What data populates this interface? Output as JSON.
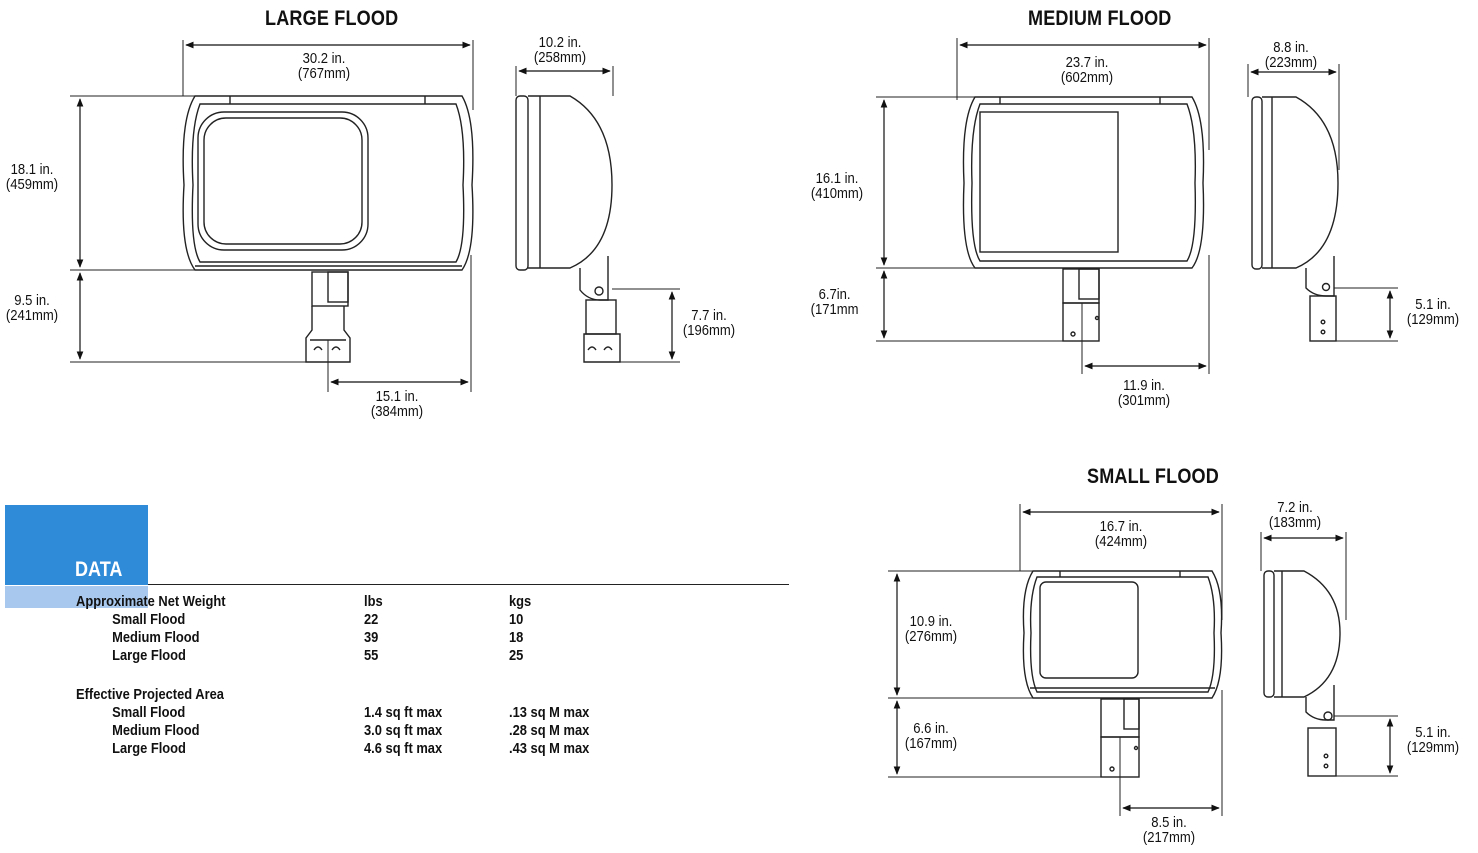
{
  "titles": {
    "large": "LARGE FLOOD",
    "medium": "MEDIUM FLOOD",
    "small": "SMALL FLOOD"
  },
  "dims": {
    "large_width": [
      "30.2 in.",
      "(767mm)"
    ],
    "large_depth": [
      "10.2 in.",
      "(258mm)"
    ],
    "large_height": [
      "18.1 in.",
      "(459mm)"
    ],
    "large_mount_height": [
      "9.5 in.",
      "(241mm)"
    ],
    "large_side_mount": [
      "7.7 in.",
      "(196mm)"
    ],
    "large_mount_offset": [
      "15.1 in.",
      "(384mm)"
    ],
    "medium_width": [
      "23.7 in.",
      "(602mm)"
    ],
    "medium_depth": [
      "8.8 in.",
      "(223mm)"
    ],
    "medium_height": [
      "16.1 in.",
      "(410mm)"
    ],
    "medium_mount_height": [
      "6.7in.",
      "(171mm"
    ],
    "medium_side_mount": [
      "5.1 in.",
      "(129mm)"
    ],
    "medium_mount_offset": [
      "11.9 in.",
      "(301mm)"
    ],
    "small_width": [
      "16.7 in.",
      "(424mm)"
    ],
    "small_depth": [
      "7.2 in.",
      "(183mm)"
    ],
    "small_height": [
      "10.9 in.",
      "(276mm)"
    ],
    "small_mount_height": [
      "6.6 in.",
      "(167mm)"
    ],
    "small_side_mount": [
      "5.1 in.",
      "(129mm)"
    ],
    "small_mount_offset": [
      "8.5 in.",
      "(217mm)"
    ]
  },
  "data_section": {
    "label": "DATA",
    "colors": {
      "block": "#2f8ad8",
      "strip": "#a9c8ee"
    },
    "weight": {
      "heading": "Approximate Net Weight",
      "col1": "lbs",
      "col2": "kgs",
      "rows": [
        {
          "name": "Small Flood",
          "v1": "22",
          "v2": "10"
        },
        {
          "name": "Medium Flood",
          "v1": "39",
          "v2": "18"
        },
        {
          "name": "Large Flood",
          "v1": "55",
          "v2": "25"
        }
      ]
    },
    "epa": {
      "heading": "Effective Projected Area",
      "rows": [
        {
          "name": "Small Flood",
          "v1": "1.4 sq ft max",
          "v2": ".13 sq M max"
        },
        {
          "name": "Medium Flood",
          "v1": "3.0 sq ft max",
          "v2": ".28 sq M max"
        },
        {
          "name": "Large Flood",
          "v1": "4.6 sq ft max",
          "v2": ".43 sq M max"
        }
      ]
    }
  }
}
